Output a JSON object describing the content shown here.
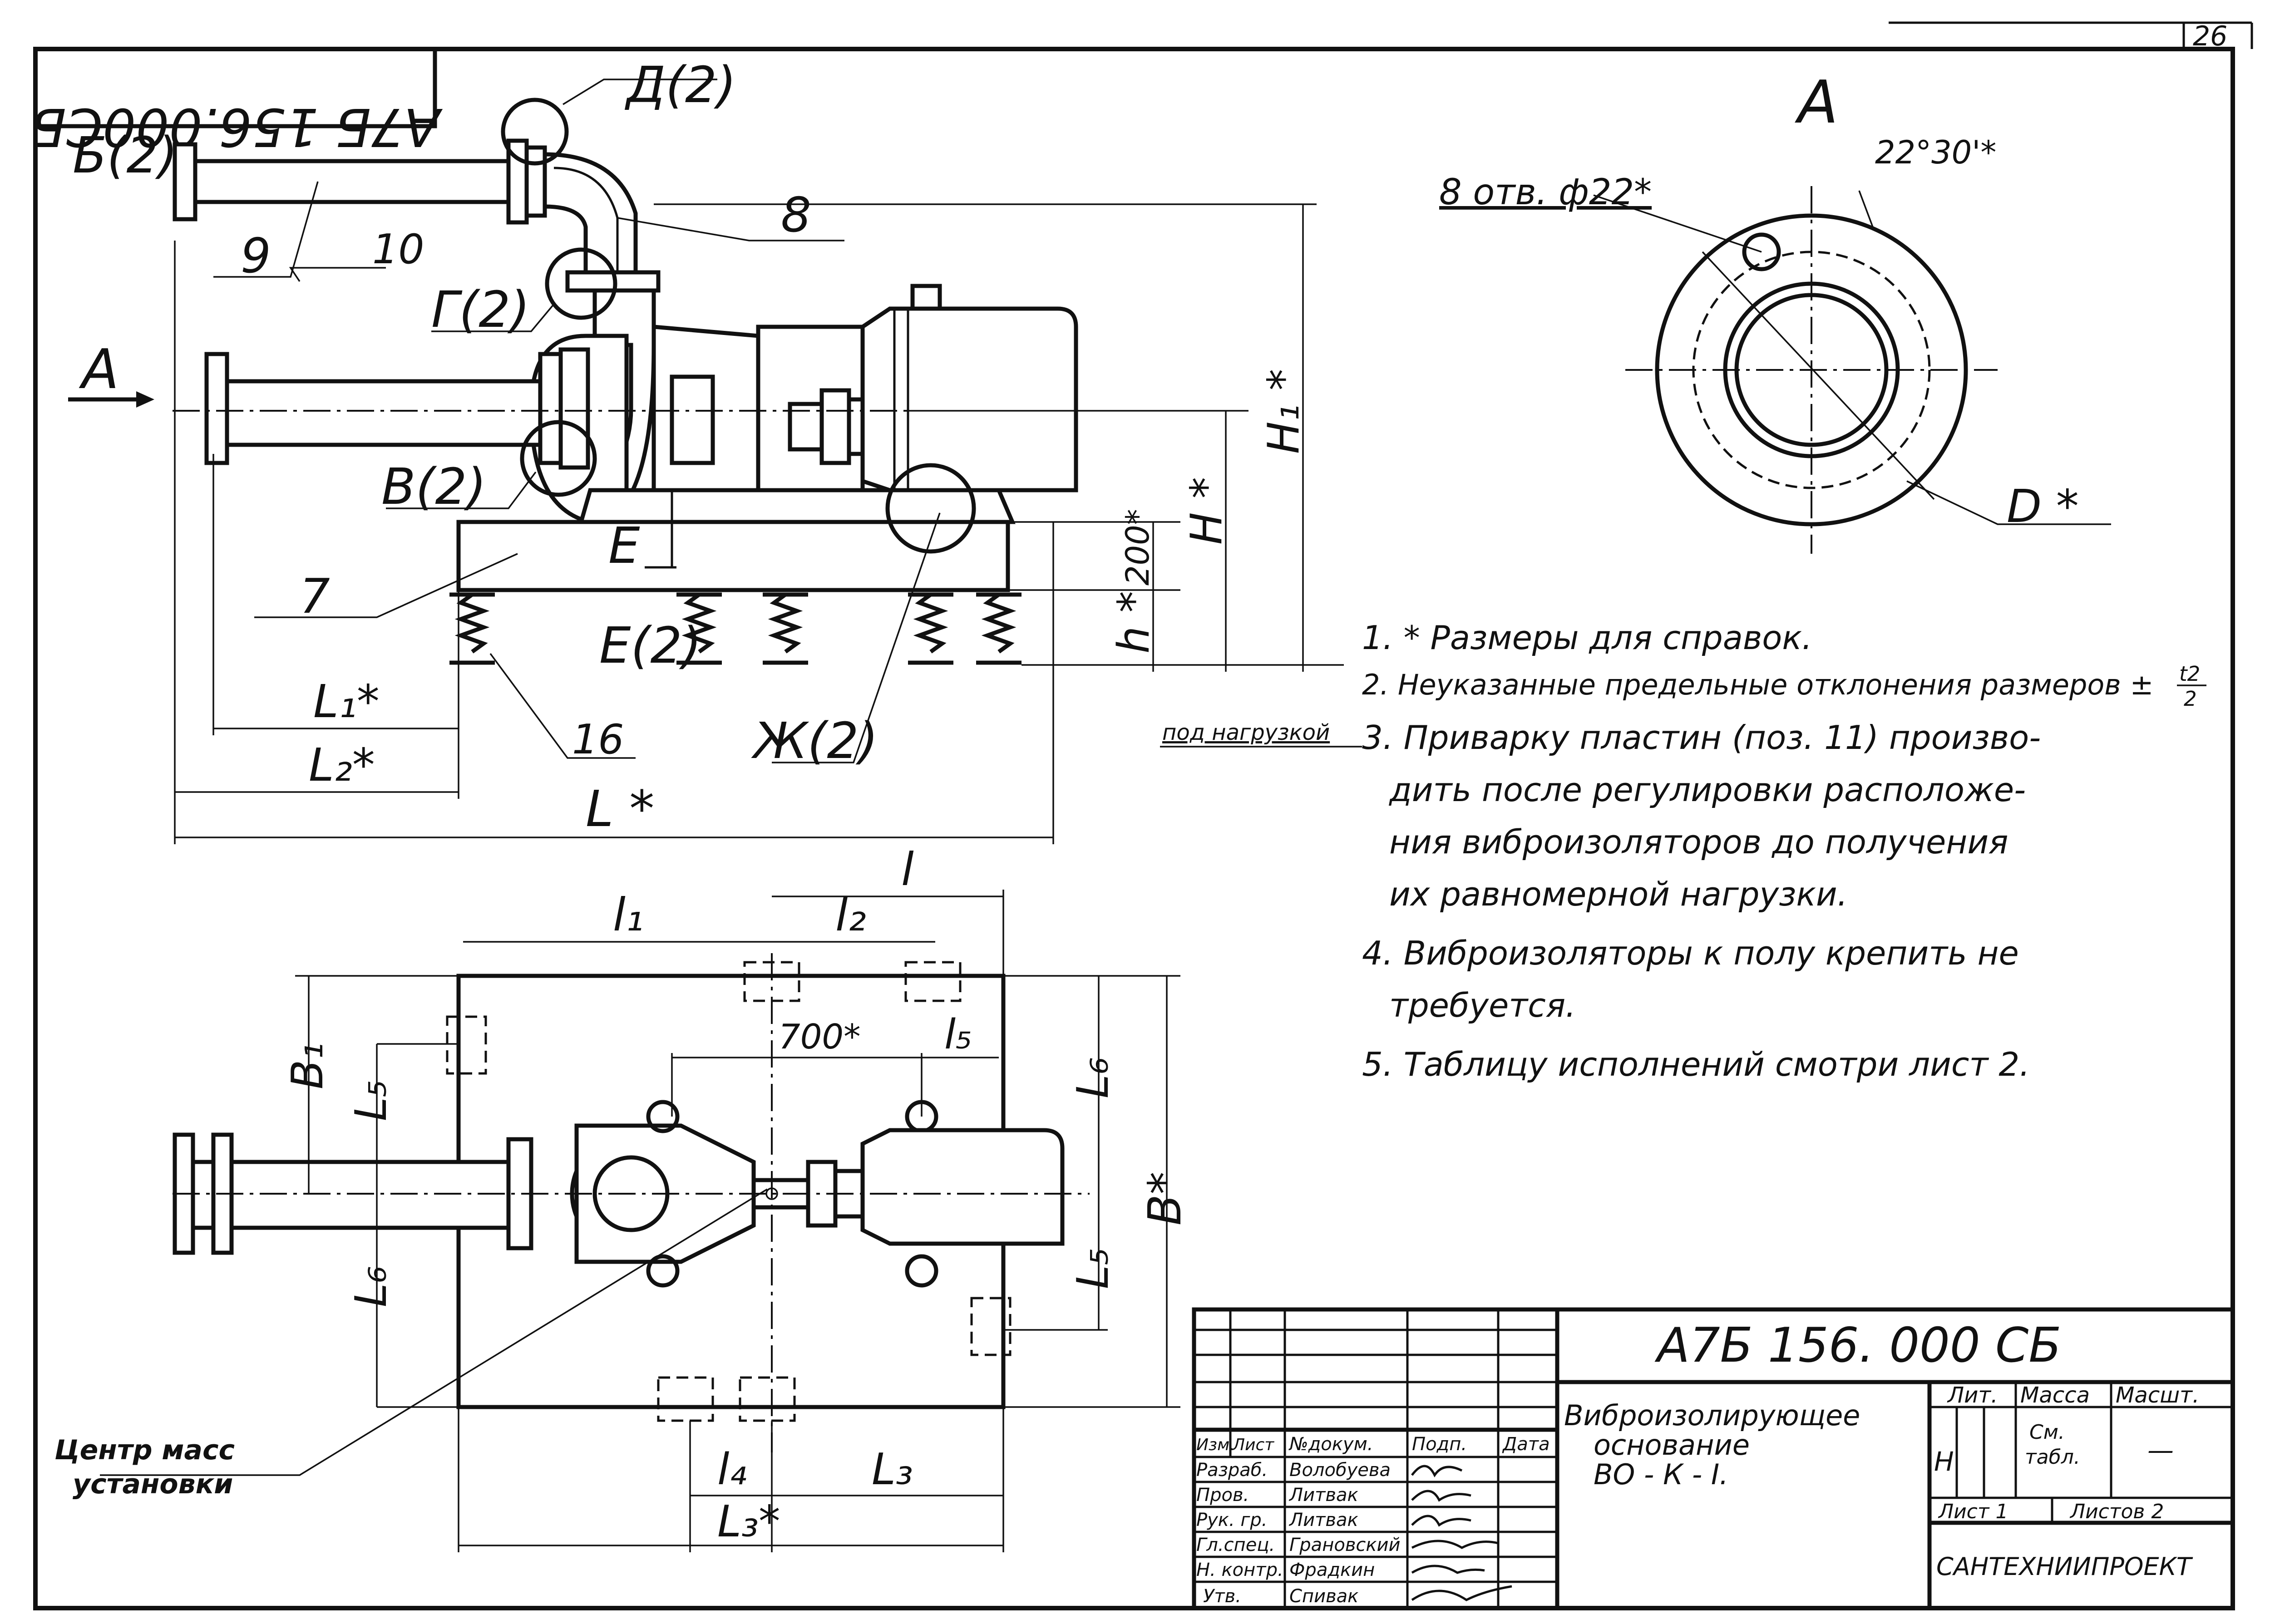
{
  "sheet": {
    "page_number": "26",
    "mirror_code": "А7Б 156.000СБ"
  },
  "view_a": {
    "title": "А",
    "holes": "8 отв. ф22*",
    "angle": "22°30'*",
    "diameter": "D *"
  },
  "side_view": {
    "arrow_label": "А",
    "positions": [
      "9",
      "10",
      "8",
      "7",
      "16"
    ],
    "details": [
      "Б(2)",
      "Д(2)",
      "Г(2)",
      "В(2)",
      "Е",
      "Е(2)",
      "Ж(2)"
    ],
    "dims": {
      "H1": "H₁ *",
      "H": "H *",
      "h": "h *",
      "d200": "200*",
      "L1": "L₁*",
      "L2": "L₂*",
      "L": "L *",
      "load": "под нагрузкой"
    }
  },
  "plan_view": {
    "dims": {
      "l": "l",
      "l1": "l₁",
      "l2": "l₂",
      "d700": "700*",
      "l5_top": "l₅",
      "B1": "B₁",
      "L5_left": "L₅",
      "L6_left": "L₆",
      "L6_right": "L₆",
      "B": "B*",
      "L5_right": "L₅",
      "l4": "l₄",
      "L3": "L₃",
      "L3s": "L₃*"
    },
    "center_mass": [
      "Центр масс",
      "установки"
    ]
  },
  "notes": [
    "1. * Размеры для справок.",
    "2. Неуказанные предельные отклонения размеров ±",
    "3. Приварку пластин (поз. 11) произво-",
    "дить после регулировки расположе-",
    "ния виброизоляторов до получения",
    "их равномерной нагрузки.",
    "4. Виброизоляторы к полу крепить не",
    "требуется.",
    "5. Таблицу исполнений смотри лист 2."
  ],
  "note2_fraction": {
    "num": "t2",
    "den": "2"
  },
  "title_block": {
    "code": "А7Б 156. 000 СБ",
    "title_lines": [
      "Виброизолирующее",
      "основание",
      "ВО - К - I."
    ],
    "header": [
      "Изм.",
      "Лист",
      "№докум.",
      "Подп.",
      "Дата"
    ],
    "roles": [
      "Разраб.",
      "Пров.",
      "Рук. гр.",
      "Гл.спец.",
      "Н. контр.",
      "Утв."
    ],
    "names": [
      "Волобуева",
      "Литвак",
      "Литвак",
      "Грановский",
      "Фрадкин",
      "Спивак"
    ],
    "lit": "Лит.",
    "mass": "Масса",
    "scale": "Масшт.",
    "lit_value": "Н",
    "mass_value": [
      "См.",
      "табл."
    ],
    "scale_value": "—",
    "sheet": "Лист 1",
    "sheets": "Листов 2",
    "org": "САНТЕХНИИПРОЕКТ"
  },
  "colors": {
    "ink": "#111111",
    "paper": "#ffffff"
  }
}
